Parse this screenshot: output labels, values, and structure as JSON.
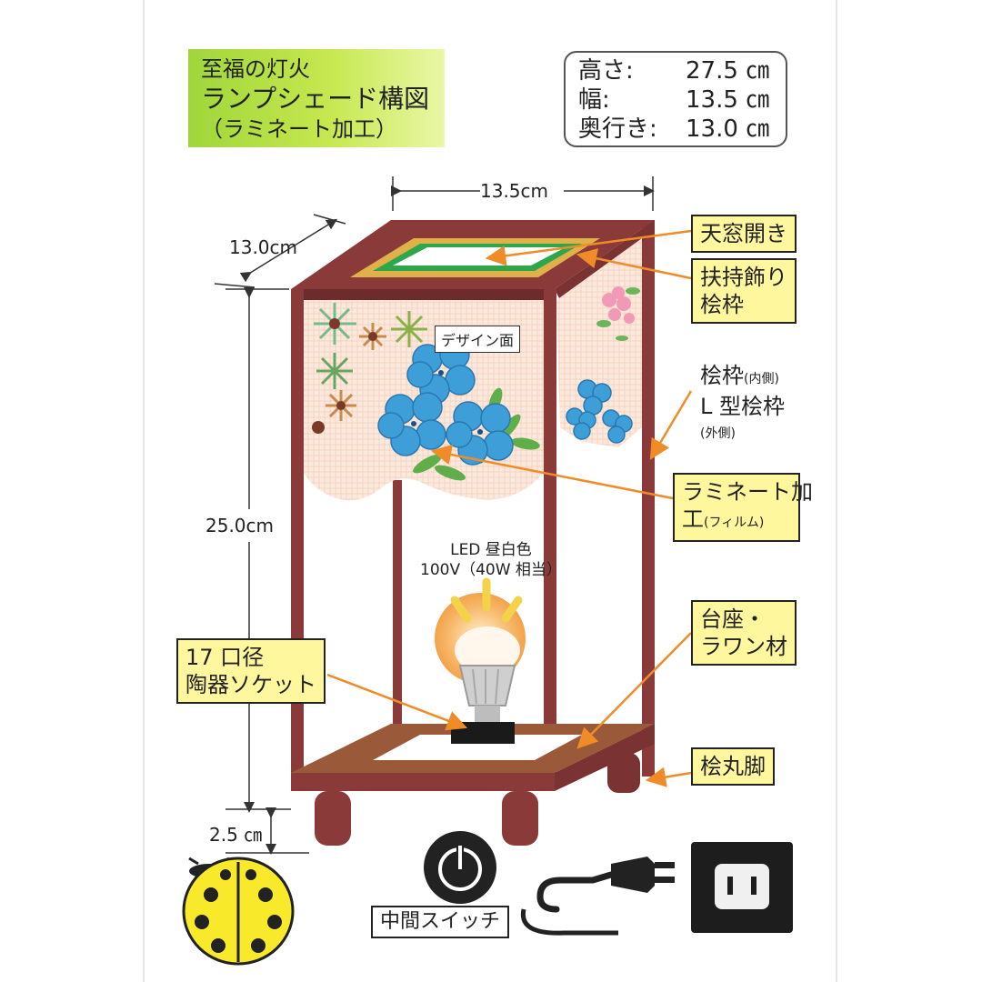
{
  "title": {
    "line1": "至福の灯火",
    "line2": "ランプシェード構図",
    "line3": "（ラミネート加工）"
  },
  "specs": [
    {
      "key": "高さ:",
      "value": "27.5 ㎝"
    },
    {
      "key": "幅:",
      "value": "13.5 ㎝"
    },
    {
      "key": "奥行き:",
      "value": "13.0 ㎝"
    }
  ],
  "dimensions": {
    "width": "13.5cm",
    "depth": "13.0cm",
    "height": "25.0cm",
    "leg": "2.5 ㎝"
  },
  "labels": {
    "skylight": "天窓開き",
    "decor_line1": "扶持飾り",
    "decor_line2": "桧枠",
    "frame_line1": "桧枠",
    "frame_note1": "(内側)",
    "frame_line2": "L 型桧枠",
    "frame_note2": "(外側)",
    "laminate_line1": "ラミネート加",
    "laminate_line2": "工",
    "laminate_note": "(フィルム)",
    "base_line1": "台座・",
    "base_line2": "ラワン材",
    "feet": "桧丸脚",
    "socket_line1": "17 口径",
    "socket_line2": "陶器ソケット",
    "design_face": "デザイン面",
    "led_line1": "LED 昼白色",
    "led_line2": "100V（40W 相当）",
    "switch": "中間スイッチ"
  },
  "colors": {
    "frame": "#8b3a3a",
    "wood": "#9a5a3a",
    "label_bg": "#fff79e",
    "arrow": "#f08c28",
    "skylight": "#2ca84a"
  }
}
